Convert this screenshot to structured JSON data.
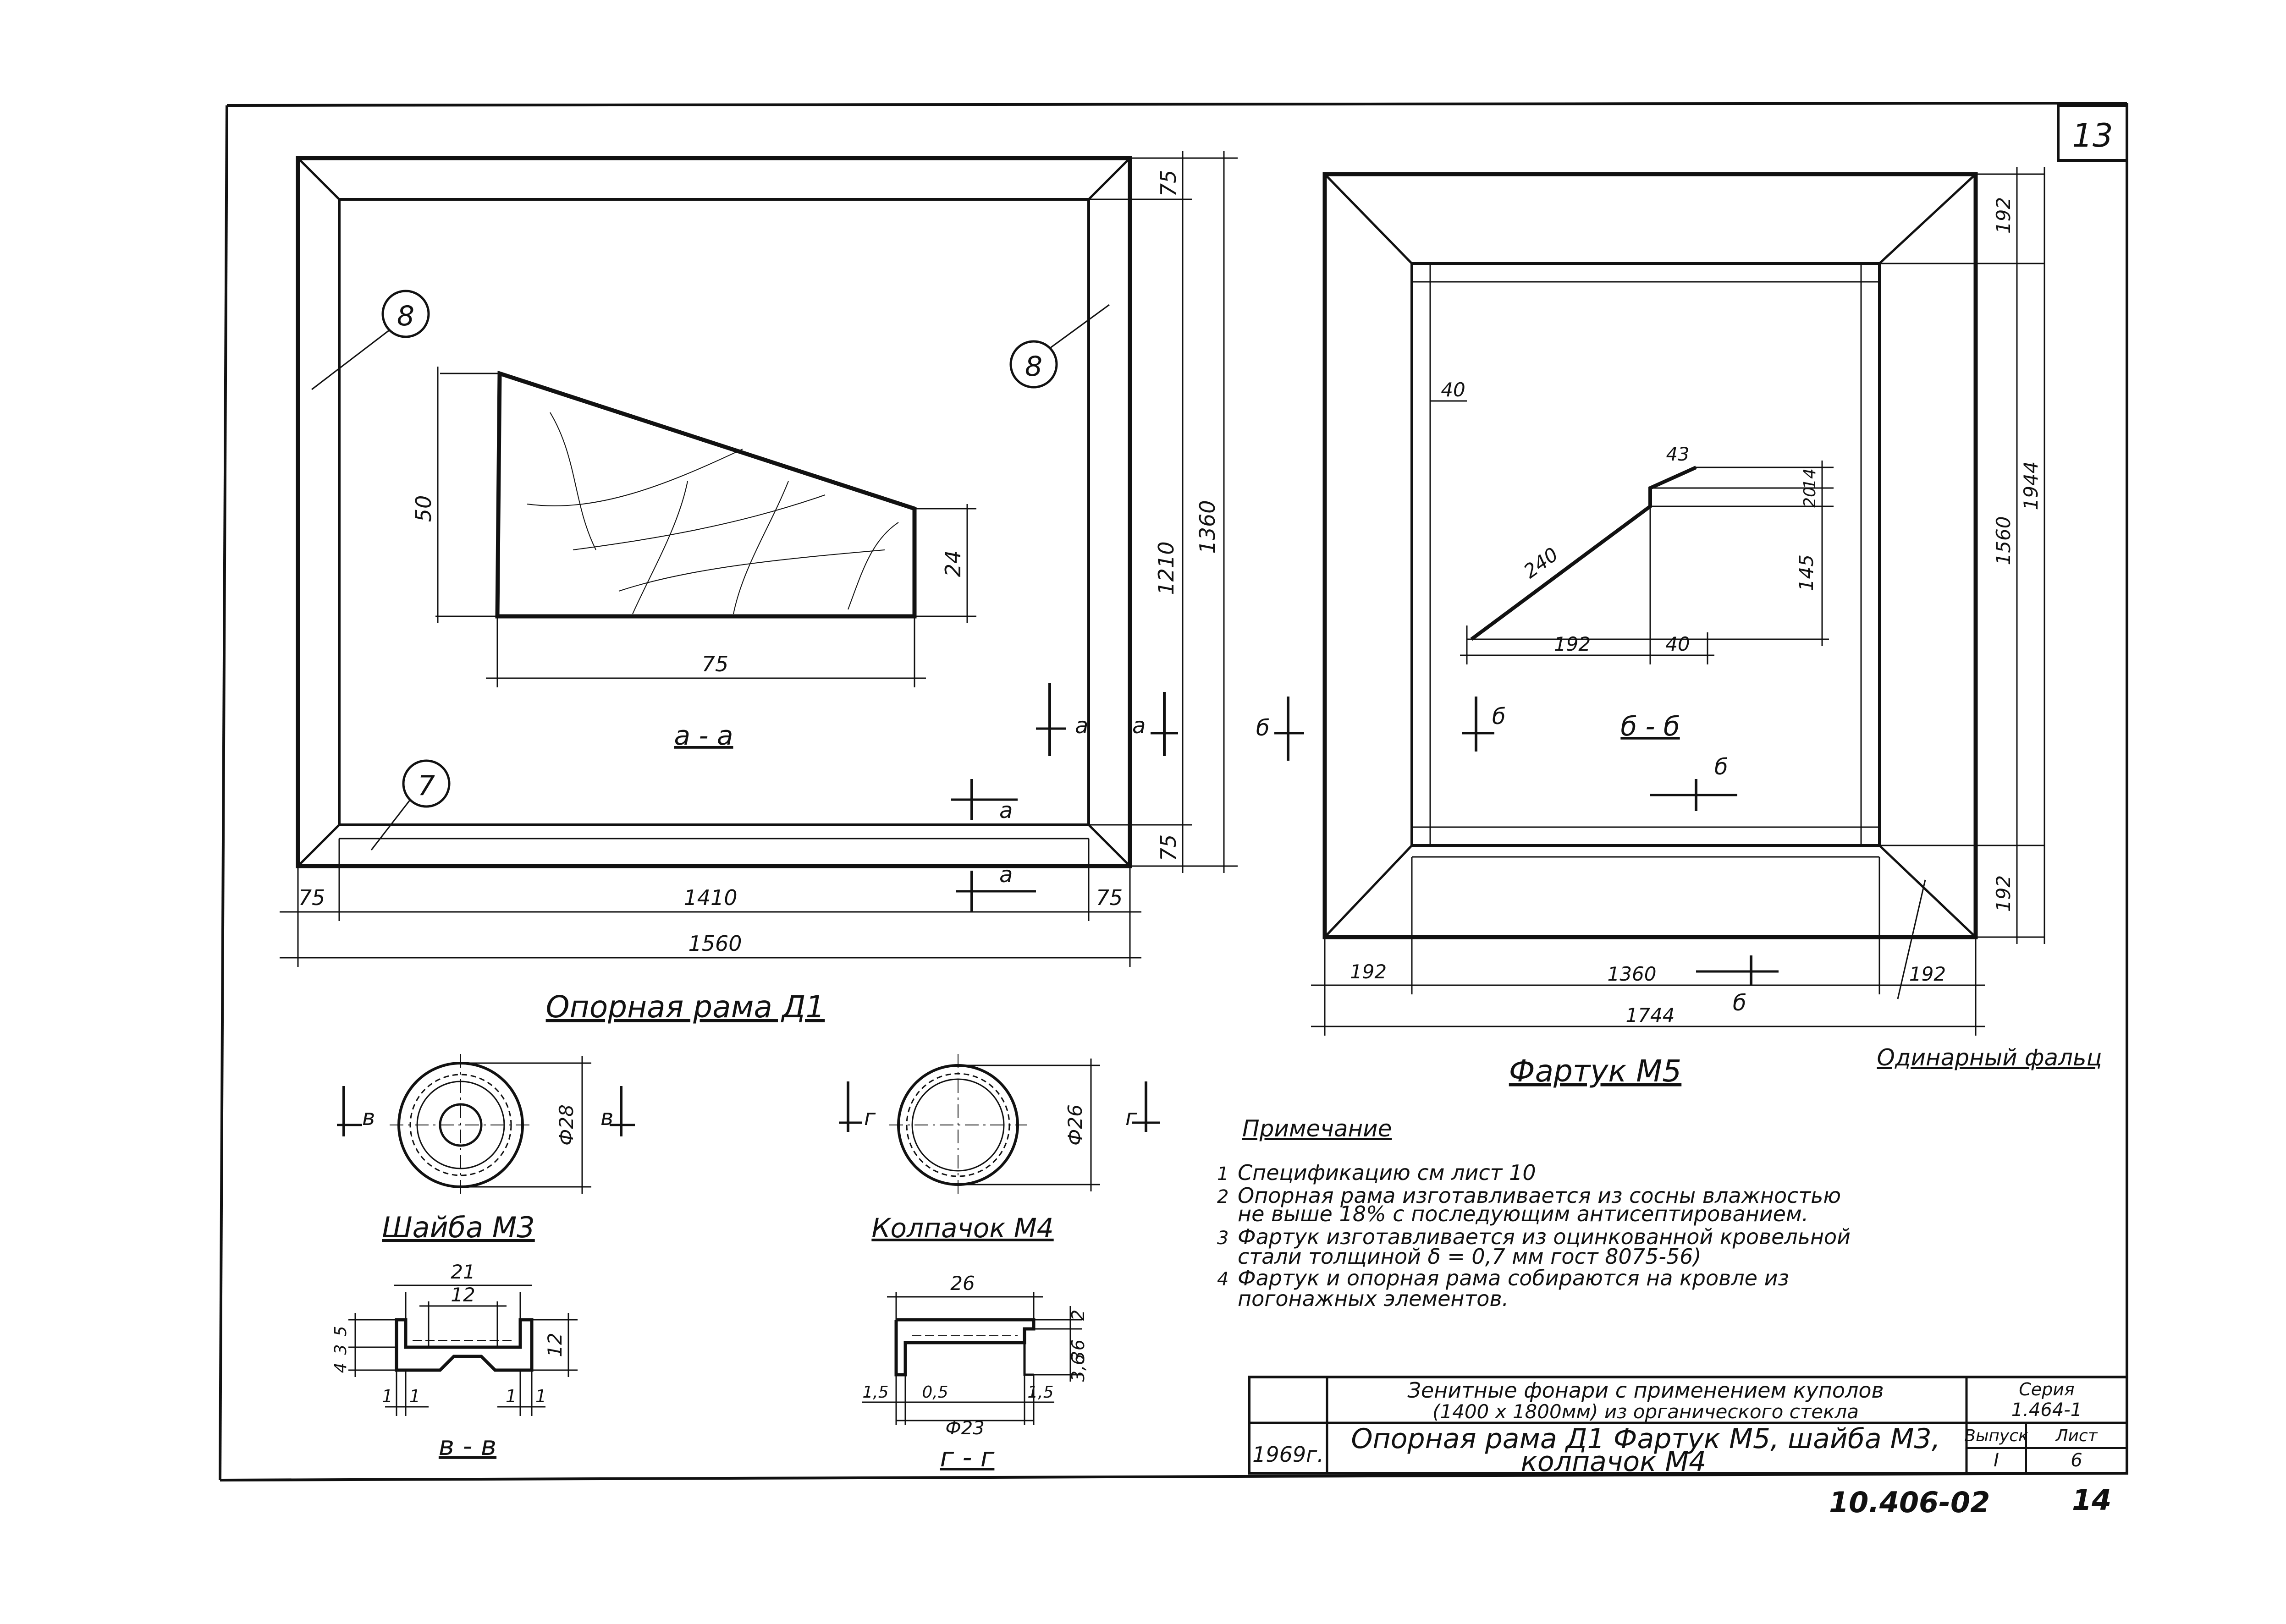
{
  "sheet": {
    "corner_number": "13",
    "doc_code": "10.406-02",
    "page_number": "14"
  },
  "frame_d1": {
    "title": "Опорная рама Д1",
    "dims": {
      "top_75": "75",
      "right_1210": "1210",
      "right_1360": "1360",
      "bottom_75_right": "75",
      "bottom_75_left": "75",
      "bottom_1410": "1410",
      "bottom_75_right2": "75",
      "total_1560": "1560"
    },
    "callouts": [
      "8",
      "8",
      "7"
    ],
    "section_label": "а - а",
    "section_marks": [
      "а",
      "а",
      "а",
      "а"
    ],
    "inset": {
      "h50": "50",
      "w75": "75",
      "h24": "24"
    }
  },
  "apron_m5": {
    "title": "Фартук М5",
    "note_label": "Одинарный фальц",
    "dims": {
      "top_192": "192",
      "h1560": "1560",
      "h1944": "1944",
      "bottom_192": "192",
      "left_192": "192",
      "mid_1360": "1360",
      "right_192": "192",
      "total_1744": "1744",
      "d40": "40",
      "d43": "43",
      "d20": "20",
      "d14": "14",
      "d240": "240",
      "d145": "145",
      "d192b": "192",
      "d40b": "40"
    },
    "section_label": "б - б",
    "section_marks": [
      "б",
      "б",
      "б",
      "б"
    ]
  },
  "washer_m3": {
    "title": "Шайба М3",
    "diameter": "Ф28",
    "marks": [
      "в",
      "в"
    ],
    "section_label": "в - в",
    "dims": {
      "w21": "21",
      "w12": "12",
      "h12": "12",
      "h4": "4",
      "h3": "3",
      "h5": "5",
      "l1": "1",
      "l1b": "1",
      "r1": "1",
      "r1b": "1"
    }
  },
  "cap_m4": {
    "title": "Колпачок М4",
    "diameter": "Ф26",
    "marks": [
      "г",
      "г"
    ],
    "section_label": "г - г",
    "dims": {
      "w26": "26",
      "d2": "2",
      "d3": "3",
      "d6": "6",
      "d36": "3,6",
      "d15a": "1,5",
      "d05": "0,5",
      "d15b": "1,5",
      "d23": "Ф23"
    }
  },
  "notes": {
    "heading": "Примечание",
    "items": [
      {
        "n": "1",
        "text": "Спецификацию см лист 10"
      },
      {
        "n": "2",
        "text": "Опорная рама изготавливается из сосны влажностью"
      },
      {
        "n": "",
        "text": "не выше 18% с последующим антисептированием."
      },
      {
        "n": "3",
        "text": "Фартук изготавливается из оцинкованной кровельной"
      },
      {
        "n": "",
        "text": "стали толщиной  δ = 0,7 мм  гост 8075-56)"
      },
      {
        "n": "4",
        "text": "Фартук и опорная рама собираются на кровле из"
      },
      {
        "n": "",
        "text": "погонажных элементов."
      }
    ]
  },
  "title_block": {
    "project_line1": "Зенитные фонари с применением куполов",
    "project_line2": "(1400 х 1800мм) из органического стекла",
    "series_label": "Серия",
    "series_value": "1.464-1",
    "year": "1969г.",
    "drawing_title_1": "Опорная рама Д1 Фартук М5, шайба М3,",
    "drawing_title_2": "колпачок  М4",
    "issue_label": "Выпуск",
    "issue_value": "I",
    "sheet_label": "Лист",
    "sheet_value": "6"
  }
}
